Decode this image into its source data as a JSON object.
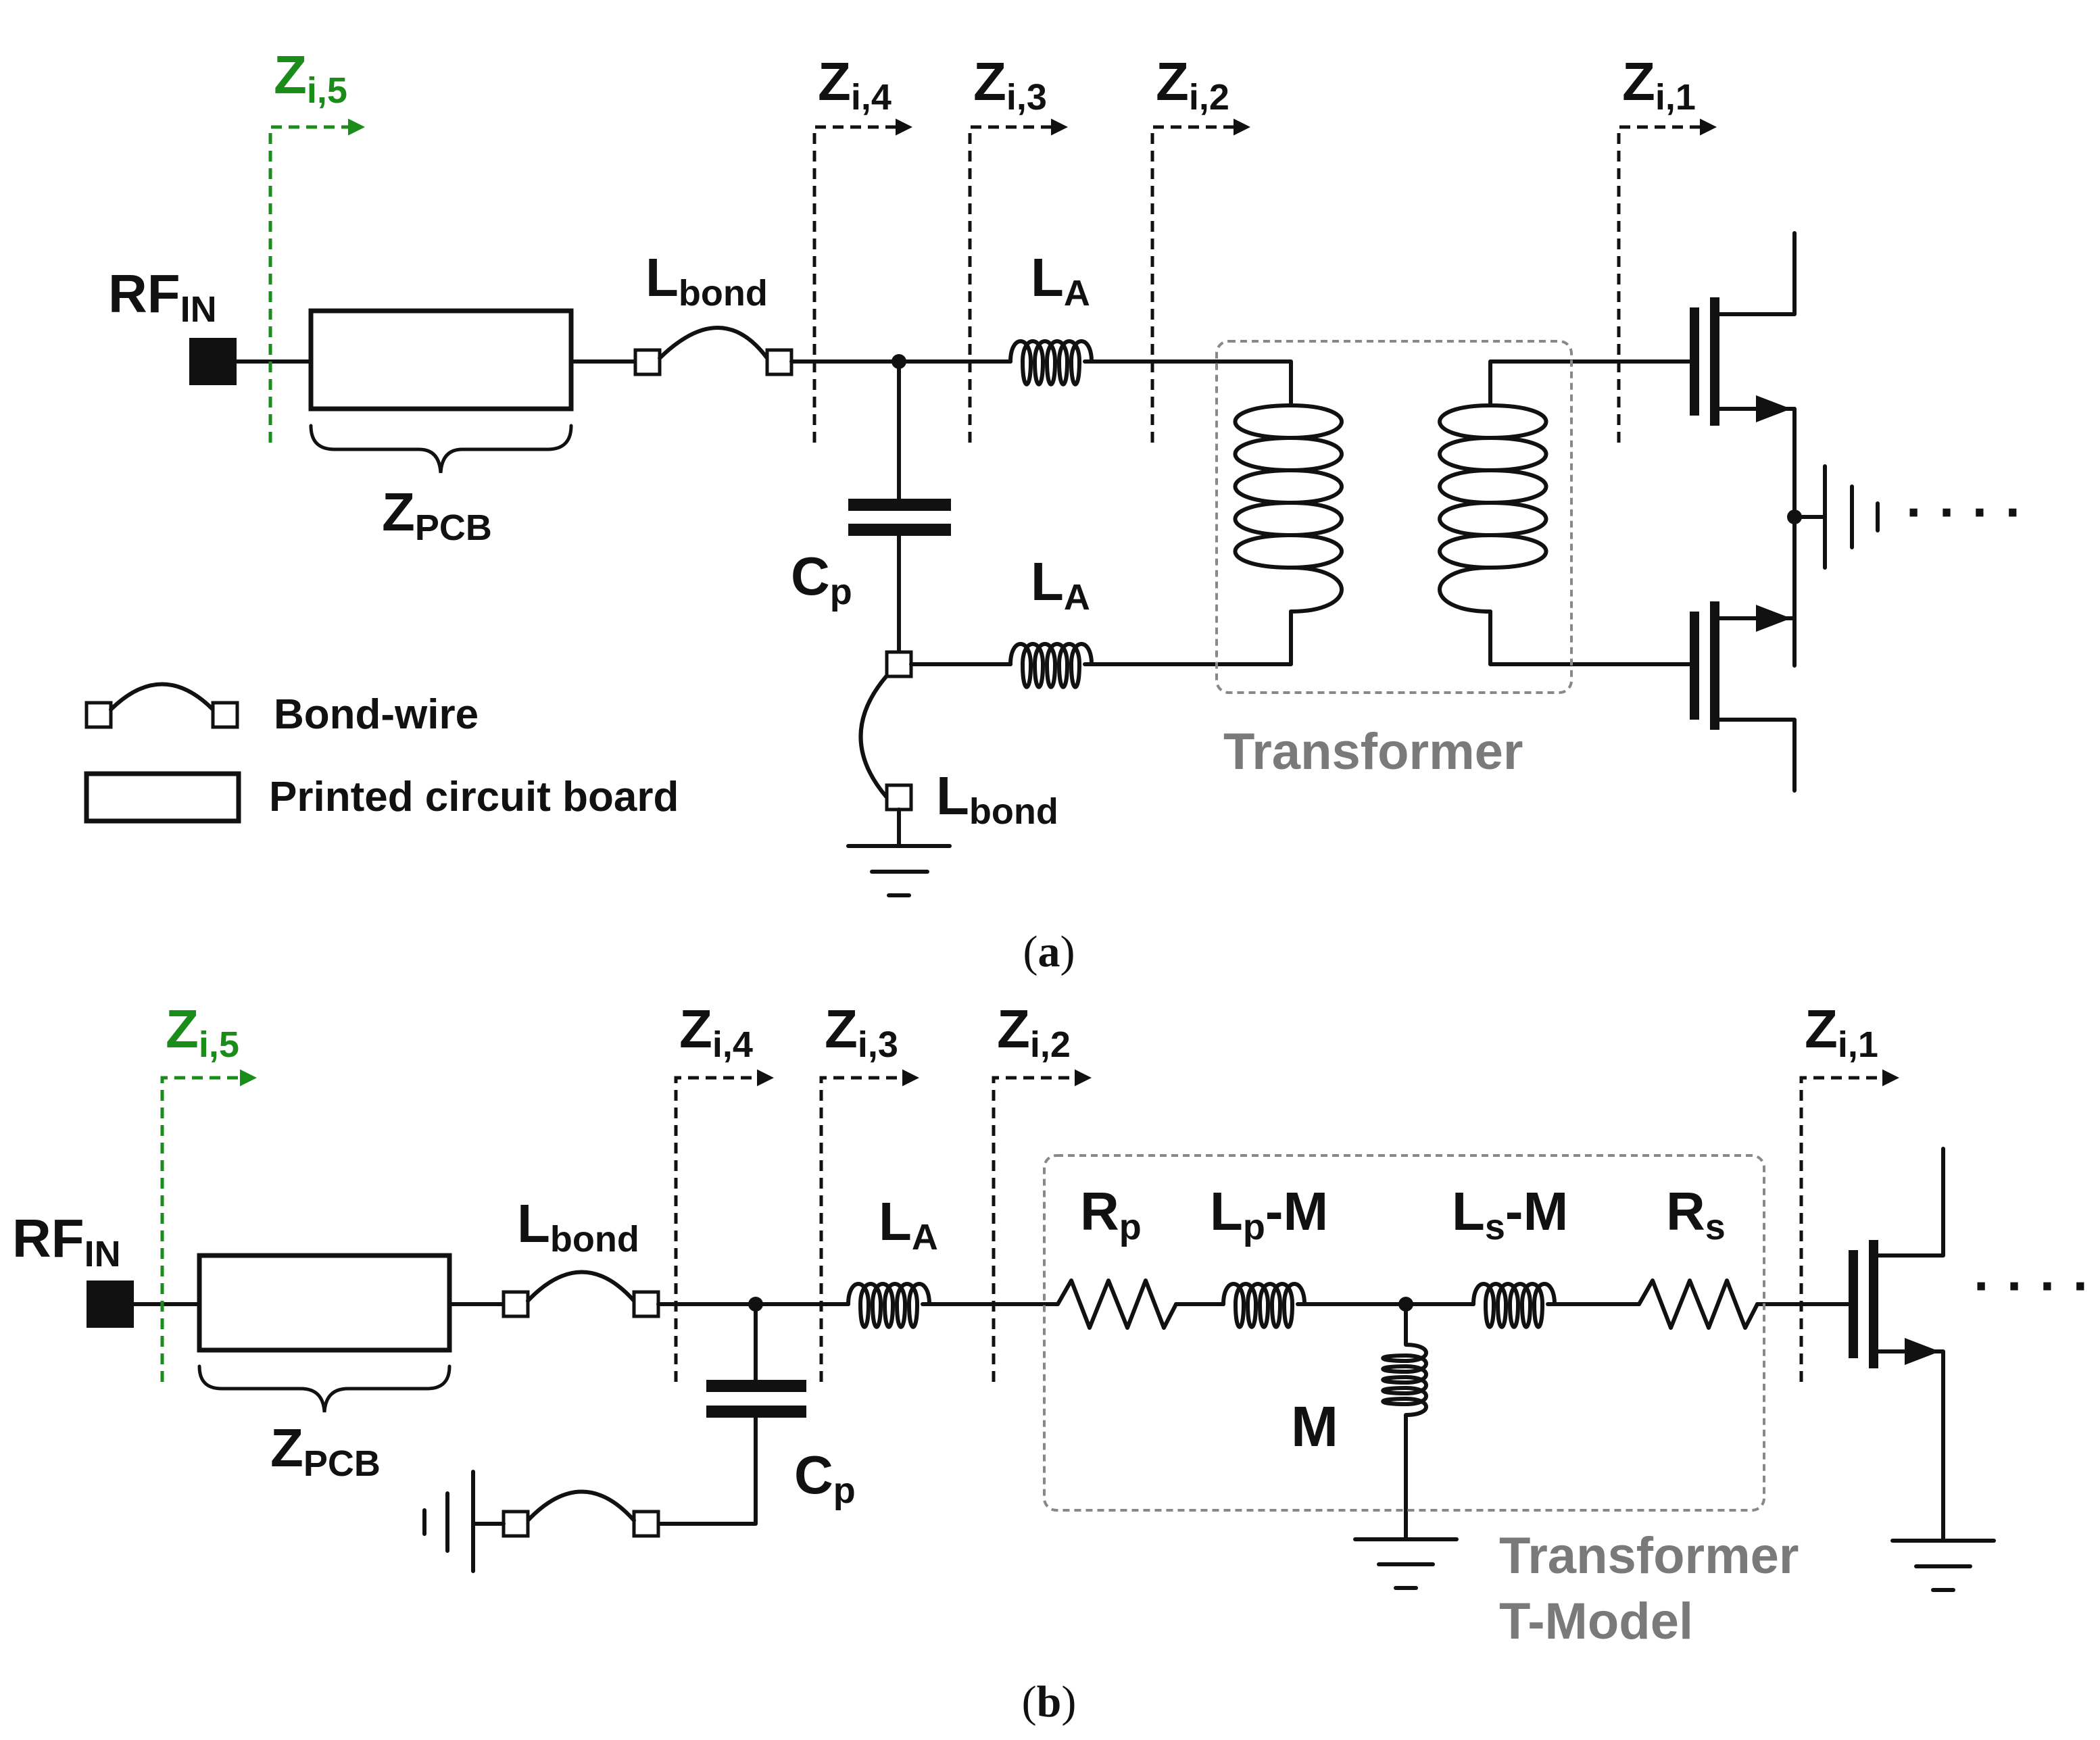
{
  "colors": {
    "wire": "#111111",
    "port_green": "#1a8c1a",
    "transformer_grey": "#7a7a7a"
  },
  "panel_a": {
    "rf_in": {
      "main": "RF",
      "sub": "IN"
    },
    "ports": [
      {
        "main": "Z",
        "sub": "i,5"
      },
      {
        "main": "Z",
        "sub": "i,4"
      },
      {
        "main": "Z",
        "sub": "i,3"
      },
      {
        "main": "Z",
        "sub": "i,2"
      },
      {
        "main": "Z",
        "sub": "i,1"
      }
    ],
    "l_bond_top": {
      "main": "L",
      "sub": "bond"
    },
    "l_bond_bottom": {
      "main": "L",
      "sub": "bond"
    },
    "la_top": {
      "main": "L",
      "sub": "A"
    },
    "la_bottom": {
      "main": "L",
      "sub": "A"
    },
    "z_pcb": {
      "main": "Z",
      "sub": "PCB"
    },
    "cp": {
      "main": "C",
      "sub": "p"
    },
    "transformer_label": "Transformer",
    "legend": {
      "bondwire": "Bond-wire",
      "pcb": "Printed circuit board"
    },
    "dots": "· · · ·",
    "caption": {
      "open": "(",
      "letter": "a",
      "close": ")"
    }
  },
  "panel_b": {
    "rf_in": {
      "main": "RF",
      "sub": "IN"
    },
    "ports": [
      {
        "main": "Z",
        "sub": "i,5"
      },
      {
        "main": "Z",
        "sub": "i,4"
      },
      {
        "main": "Z",
        "sub": "i,3"
      },
      {
        "main": "Z",
        "sub": "i,2"
      },
      {
        "main": "Z",
        "sub": "i,1"
      }
    ],
    "l_bond": {
      "main": "L",
      "sub": "bond"
    },
    "la": {
      "main": "L",
      "sub": "A"
    },
    "z_pcb": {
      "main": "Z",
      "sub": "PCB"
    },
    "cp": {
      "main": "C",
      "sub": "p"
    },
    "rp": {
      "main": "R",
      "sub": "p"
    },
    "lp_m": {
      "main": "L",
      "sub": "p",
      "tail": "-M"
    },
    "ls_m": {
      "main": "L",
      "sub": "s",
      "tail": "-M"
    },
    "rs": {
      "main": "R",
      "sub": "s"
    },
    "m": "M",
    "model_label": {
      "line1": "Transformer",
      "line2": "T-Model"
    },
    "dots": "· · · ·",
    "caption": {
      "open": "(",
      "letter": "b",
      "close": ")"
    }
  }
}
